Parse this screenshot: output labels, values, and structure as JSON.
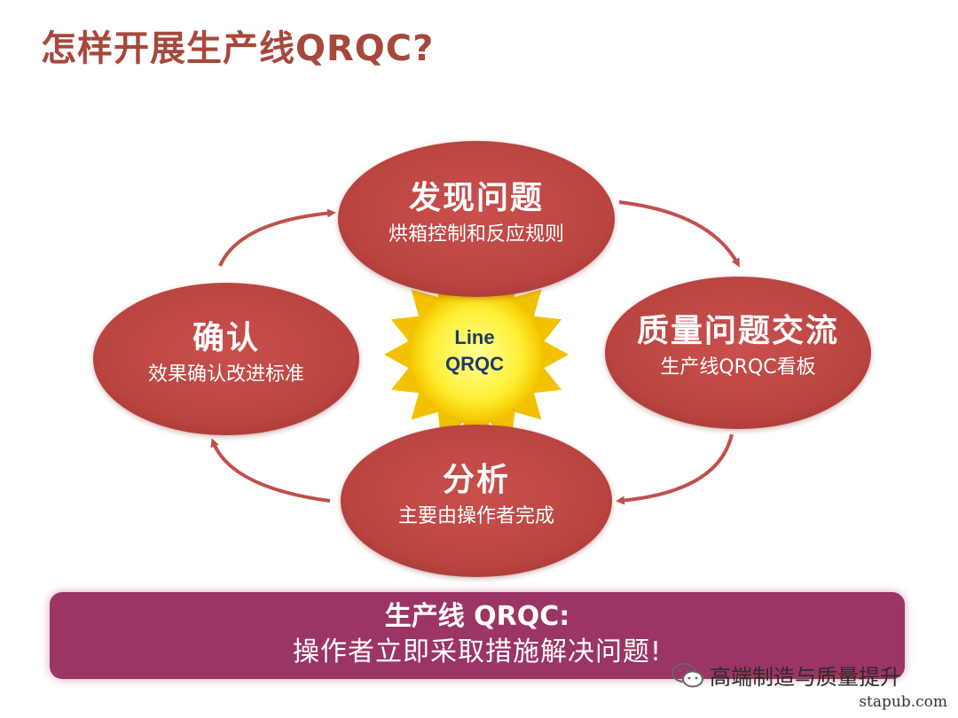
{
  "title": "怎样开展生产线QRQC?",
  "center": {
    "line1": "Line",
    "line2": "QRQC"
  },
  "nodes": {
    "discover": {
      "title": "发现问题",
      "subtitle": "烘箱控制和反应规则"
    },
    "communicate": {
      "title": "质量问题交流",
      "subtitle": "生产线QRQC看板"
    },
    "analyze": {
      "title": "分析",
      "subtitle": "主要由操作者完成"
    },
    "confirm": {
      "title": "确认",
      "subtitle": "效果确认改进标准"
    }
  },
  "banner": {
    "line1": "生产线 QRQC:",
    "line2": "操作者立即采取措施解决问题!"
  },
  "watermark": {
    "text": "高端制造与质量提升",
    "icon": "wechat-icon"
  },
  "site": "stapub.com",
  "colors": {
    "node": "#c0504d",
    "banner": "#9b3563",
    "title": "#a8473b",
    "sun_outer": "#f2c200",
    "sun_inner": "#ffff66",
    "arrow": "#c0504d"
  }
}
